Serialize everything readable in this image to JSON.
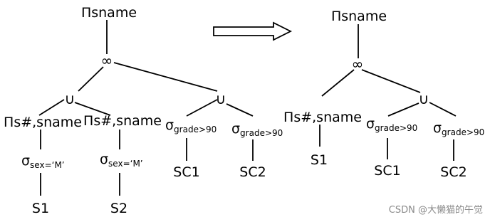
{
  "left_tree": {
    "root": "Πsname",
    "join": "∞",
    "union_left": "∪",
    "union_right": "∪",
    "proj_a": "Πs#,sname",
    "proj_b": "Πs#,sname",
    "sel_sex_a": {
      "sigma": "σ",
      "sub": "sex=‘M’"
    },
    "sel_sex_b": {
      "sigma": "σ",
      "sub": "sex=‘M’"
    },
    "sel_grade_a": {
      "sigma": "σ",
      "sub": "grade>90"
    },
    "sel_grade_b": {
      "sigma": "σ",
      "sub": "grade>90"
    },
    "leaf_s1": "S1",
    "leaf_s2": "S2",
    "leaf_sc1": "SC1",
    "leaf_sc2": "SC2"
  },
  "transform_arrow": "right-arrow-icon",
  "right_tree": {
    "root": "Πsname",
    "join": "∞",
    "union": "∪",
    "proj": "Πs#,sname",
    "sel_grade_a": {
      "sigma": "σ",
      "sub": "grade>90"
    },
    "sel_grade_b": {
      "sigma": "σ",
      "sub": "grade>90"
    },
    "leaf_s1": "S1",
    "leaf_sc1": "SC1",
    "leaf_sc2": "SC2"
  },
  "watermark": "CSDN @大懒猫的午觉"
}
